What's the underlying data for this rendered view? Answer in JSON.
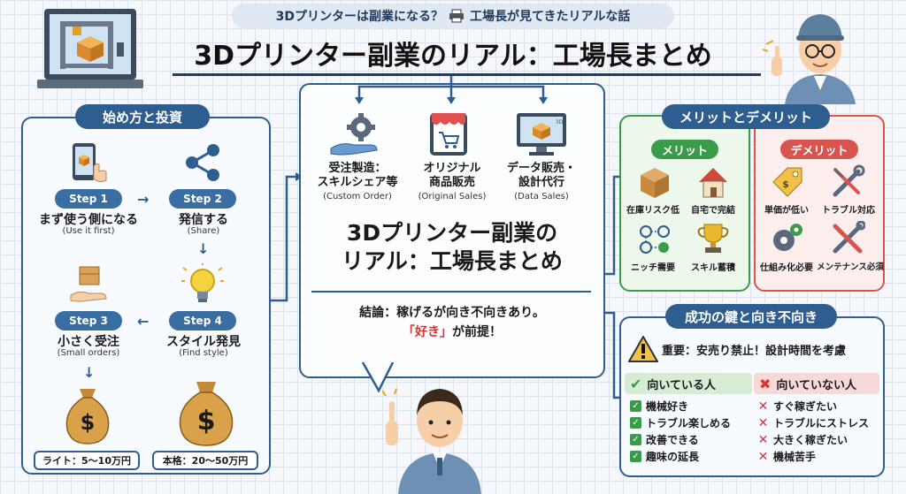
{
  "header": {
    "top_banner": "3Dプリンターは副業になる？",
    "top_banner_tail": "工場長が見てきたリアルな話",
    "title": "3Dプリンター副業のリアル：工場長まとめ"
  },
  "start": {
    "heading": "始め方と投資",
    "steps": [
      {
        "label": "Step 1",
        "jp": "まず使う側になる",
        "en": "(Use it first)"
      },
      {
        "label": "Step 2",
        "jp": "発信する",
        "en": "(Share)"
      },
      {
        "label": "Step 3",
        "jp": "小さく受注",
        "en": "(Small orders)"
      },
      {
        "label": "Step 4",
        "jp": "スタイル発見",
        "en": "(Find style)"
      }
    ],
    "amounts": [
      "ライト：5〜10万円",
      "本格：20〜50万円"
    ]
  },
  "center": {
    "models": [
      {
        "jp1": "受注製造：",
        "jp2": "スキルシェア等",
        "en": "(Custom Order)"
      },
      {
        "jp1": "オリジナル",
        "jp2": "商品販売",
        "en": "(Original Sales)"
      },
      {
        "jp1": "データ販売・",
        "jp2": "設計代行",
        "en": "(Data Sales)"
      }
    ],
    "title_line1": "3Dプリンター副業の",
    "title_line2": "リアル：工場長まとめ",
    "conclusion_line1": "結論：稼げるが向き不向きあり。",
    "conclusion_quote": "「好き」",
    "conclusion_tail": "が前提！"
  },
  "merit": {
    "heading": "メリットとデメリット",
    "merit_label": "メリット",
    "demerit_label": "デメリット",
    "merits": [
      "在庫リスク低",
      "自宅で完結",
      "ニッチ需要",
      "スキル蓄積"
    ],
    "demerits": [
      "単価が低い",
      "トラブル対応",
      "仕組み化必要",
      "メンテナンス必須"
    ]
  },
  "success": {
    "heading": "成功の鍵と向き不向き",
    "warning": "重要：安売り禁止！設計時間を考慮",
    "good_head": "向いている人",
    "bad_head": "向いていない人",
    "good": [
      "機械好き",
      "トラブル楽しめる",
      "改善できる",
      "趣味の延長"
    ],
    "bad": [
      "すぐ稼ぎたい",
      "トラブルにストレス",
      "大きく稼ぎたい",
      "機械苦手"
    ]
  },
  "colors": {
    "primary": "#2e5d8f",
    "merit_green": "#3a9b4a",
    "demerit_red": "#d9534f",
    "accent_red": "#e03030"
  }
}
